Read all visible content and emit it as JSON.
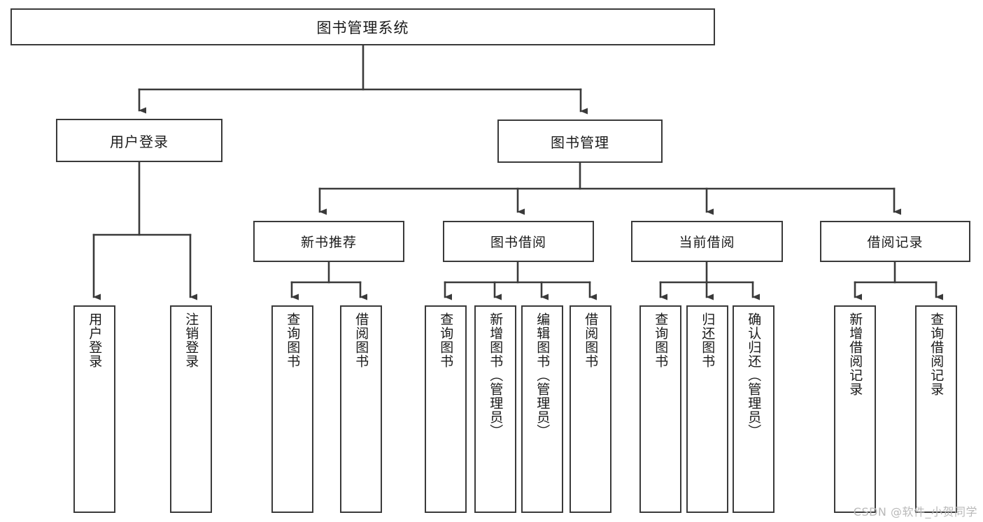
{
  "diagram": {
    "title": "图书管理系统",
    "style": {
      "line_color": "#3a3a3a",
      "box_fill": "#ffffff",
      "text_color": "#1a1a1a",
      "watermark_color": "#b9b9b9"
    },
    "nodes": {
      "root": {
        "label": "图书管理系统"
      },
      "user_login": {
        "label": "用户登录"
      },
      "book_manage": {
        "label": "图书管理"
      },
      "new_book_rec": {
        "label": "新书推荐"
      },
      "book_borrow": {
        "label": "图书借阅"
      },
      "current_borrow": {
        "label": "当前借阅"
      },
      "borrow_record": {
        "label": "借阅记录"
      }
    },
    "leaves": {
      "user_login": [
        {
          "label": "用户登录"
        },
        {
          "label": "注销登录"
        }
      ],
      "new_book_rec": [
        {
          "label": "查询图书"
        },
        {
          "label": "借阅图书"
        }
      ],
      "book_borrow": [
        {
          "label": "查询图书"
        },
        {
          "label": "新增图书（管理员）"
        },
        {
          "label": "编辑图书（管理员）"
        },
        {
          "label": "借阅图书"
        }
      ],
      "current_borrow": [
        {
          "label": "查询图书"
        },
        {
          "label": "归还图书"
        },
        {
          "label": "确认归还（管理员）"
        }
      ],
      "borrow_record": [
        {
          "label": "新增借阅记录"
        },
        {
          "label": "查询借阅记录"
        }
      ]
    }
  },
  "watermark": {
    "text": "CSDN @软件_小贺同学"
  }
}
